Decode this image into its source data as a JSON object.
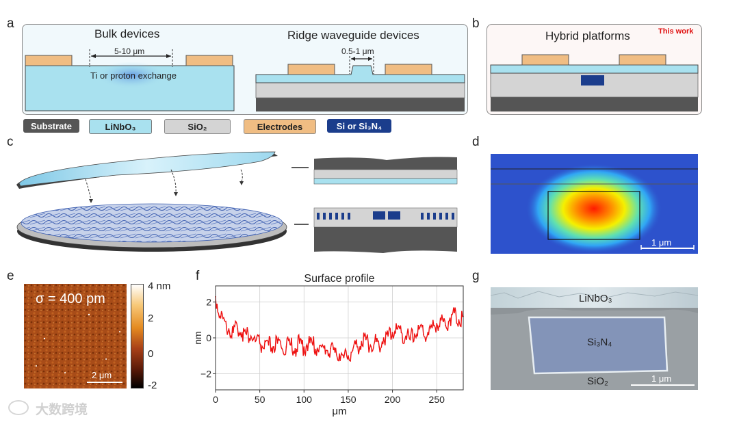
{
  "panels": {
    "a": "a",
    "b": "b",
    "c": "c",
    "d": "d",
    "e": "e",
    "f": "f",
    "g": "g"
  },
  "panel_a": {
    "bulk_title": "Bulk devices",
    "bulk_gap": "5-10 μm",
    "bulk_note": "Ti or proton exchange",
    "ridge_title": "Ridge waveguide devices",
    "ridge_gap": "0.5-1 μm"
  },
  "panel_b": {
    "title": "Hybrid platforms",
    "badge": "This work"
  },
  "legend": {
    "substrate": "Substrate",
    "linbo3": "LiNbO₃",
    "sio2": "SiO₂",
    "electrodes": "Electrodes",
    "si_sin": "Si or Si₃N₄"
  },
  "colors": {
    "substrate": "#555555",
    "linbo3": "#a9e1ef",
    "sio2": "#d4d4d4",
    "electrodes": "#f0bd83",
    "si_sin": "#1b3d8c",
    "plot_line": "#ee1111"
  },
  "panel_d": {
    "scale": "1 μm"
  },
  "panel_e": {
    "sigma": "σ = 400 pm",
    "scale": "2 μm",
    "colorbar_ticks": [
      "4 nm",
      "2",
      "0",
      "-2"
    ]
  },
  "chart_data": {
    "type": "line",
    "title": "Surface profile",
    "xlabel": "μm",
    "ylabel": "nm",
    "xlim": [
      0,
      280
    ],
    "ylim": [
      -2.9,
      2.9
    ],
    "xticks": [
      0,
      50,
      100,
      150,
      200,
      250
    ],
    "yticks": [
      2,
      0,
      -2
    ],
    "ytick_labels": [
      "2",
      "0",
      "−2"
    ],
    "grid": true,
    "series": [
      {
        "x": [
          0,
          5,
          10,
          15,
          20,
          25,
          30,
          35,
          40,
          45,
          50,
          55,
          60,
          65,
          70,
          75,
          80,
          85,
          90,
          95,
          100,
          105,
          110,
          115,
          120,
          125,
          130,
          135,
          140,
          145,
          150,
          155,
          160,
          165,
          170,
          175,
          180,
          185,
          190,
          195,
          200,
          205,
          210,
          215,
          220,
          225,
          230,
          235,
          240,
          245,
          250,
          255,
          260,
          265,
          270,
          275,
          280
        ],
        "y": [
          2.3,
          1.2,
          1.0,
          0.5,
          0.3,
          0.5,
          0.3,
          0.2,
          0.1,
          -0.2,
          -0.3,
          -0.6,
          -0.4,
          -0.5,
          -0.3,
          -0.6,
          -0.5,
          -0.4,
          -0.6,
          -0.3,
          -0.5,
          -0.3,
          -0.4,
          -0.6,
          -0.5,
          -0.7,
          -0.6,
          -0.8,
          -0.9,
          -1.1,
          -1.0,
          -0.7,
          -0.5,
          -0.2,
          -0.1,
          -0.4,
          -0.2,
          -0.5,
          0.0,
          0.1,
          0.3,
          0.5,
          0.3,
          0.1,
          -0.1,
          0.2,
          0.5,
          0.2,
          0.3,
          0.6,
          0.8,
          1.0,
          0.7,
          1.1,
          1.4,
          1.0,
          1.2
        ]
      }
    ]
  },
  "panel_g": {
    "top": "LiNbO₃",
    "core": "Si₃N₄",
    "bottom": "SiO₂",
    "scale": "1 μm"
  },
  "watermark": "大数跨境"
}
